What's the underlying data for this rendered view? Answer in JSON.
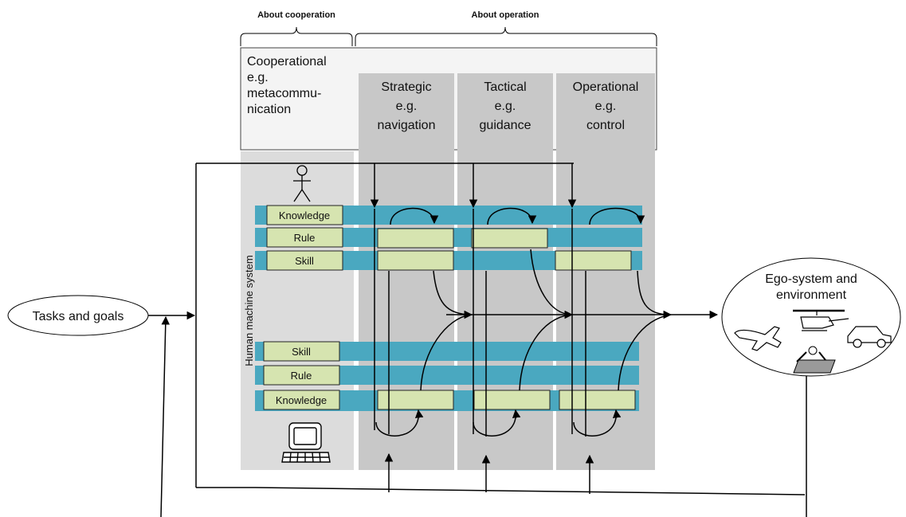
{
  "header": {
    "about_cooperation": "About cooperation",
    "about_operation": "About operation"
  },
  "columns": {
    "cooperational": [
      "Cooperational",
      "e.g.",
      "metacommu-",
      "nication"
    ],
    "strategic": [
      "Strategic",
      "e.g.",
      "navigation"
    ],
    "tactical": [
      "Tactical",
      "e.g.",
      "guidance"
    ],
    "operational": [
      "Operational",
      "e.g.",
      "control"
    ]
  },
  "human_levels": [
    "Knowledge",
    "Rule",
    "Skill"
  ],
  "machine_levels": [
    "Skill",
    "Rule",
    "Knowledge"
  ],
  "side_label": "Human machine system",
  "tasks_label": "Tasks and goals",
  "ego_label": [
    "Ego-system and",
    "environment"
  ],
  "colors": {
    "band": "#4aa8c0",
    "box": "#d6e4b0",
    "column": "#c8c8c8",
    "panel": "#dcdcdc",
    "header_box": "#f4f4f4"
  },
  "icons": {
    "human": "stick-figure-icon",
    "machine": "computer-icon",
    "vehicles": [
      "airplane-icon",
      "helicopter-icon",
      "car-icon",
      "robot-icon"
    ]
  }
}
